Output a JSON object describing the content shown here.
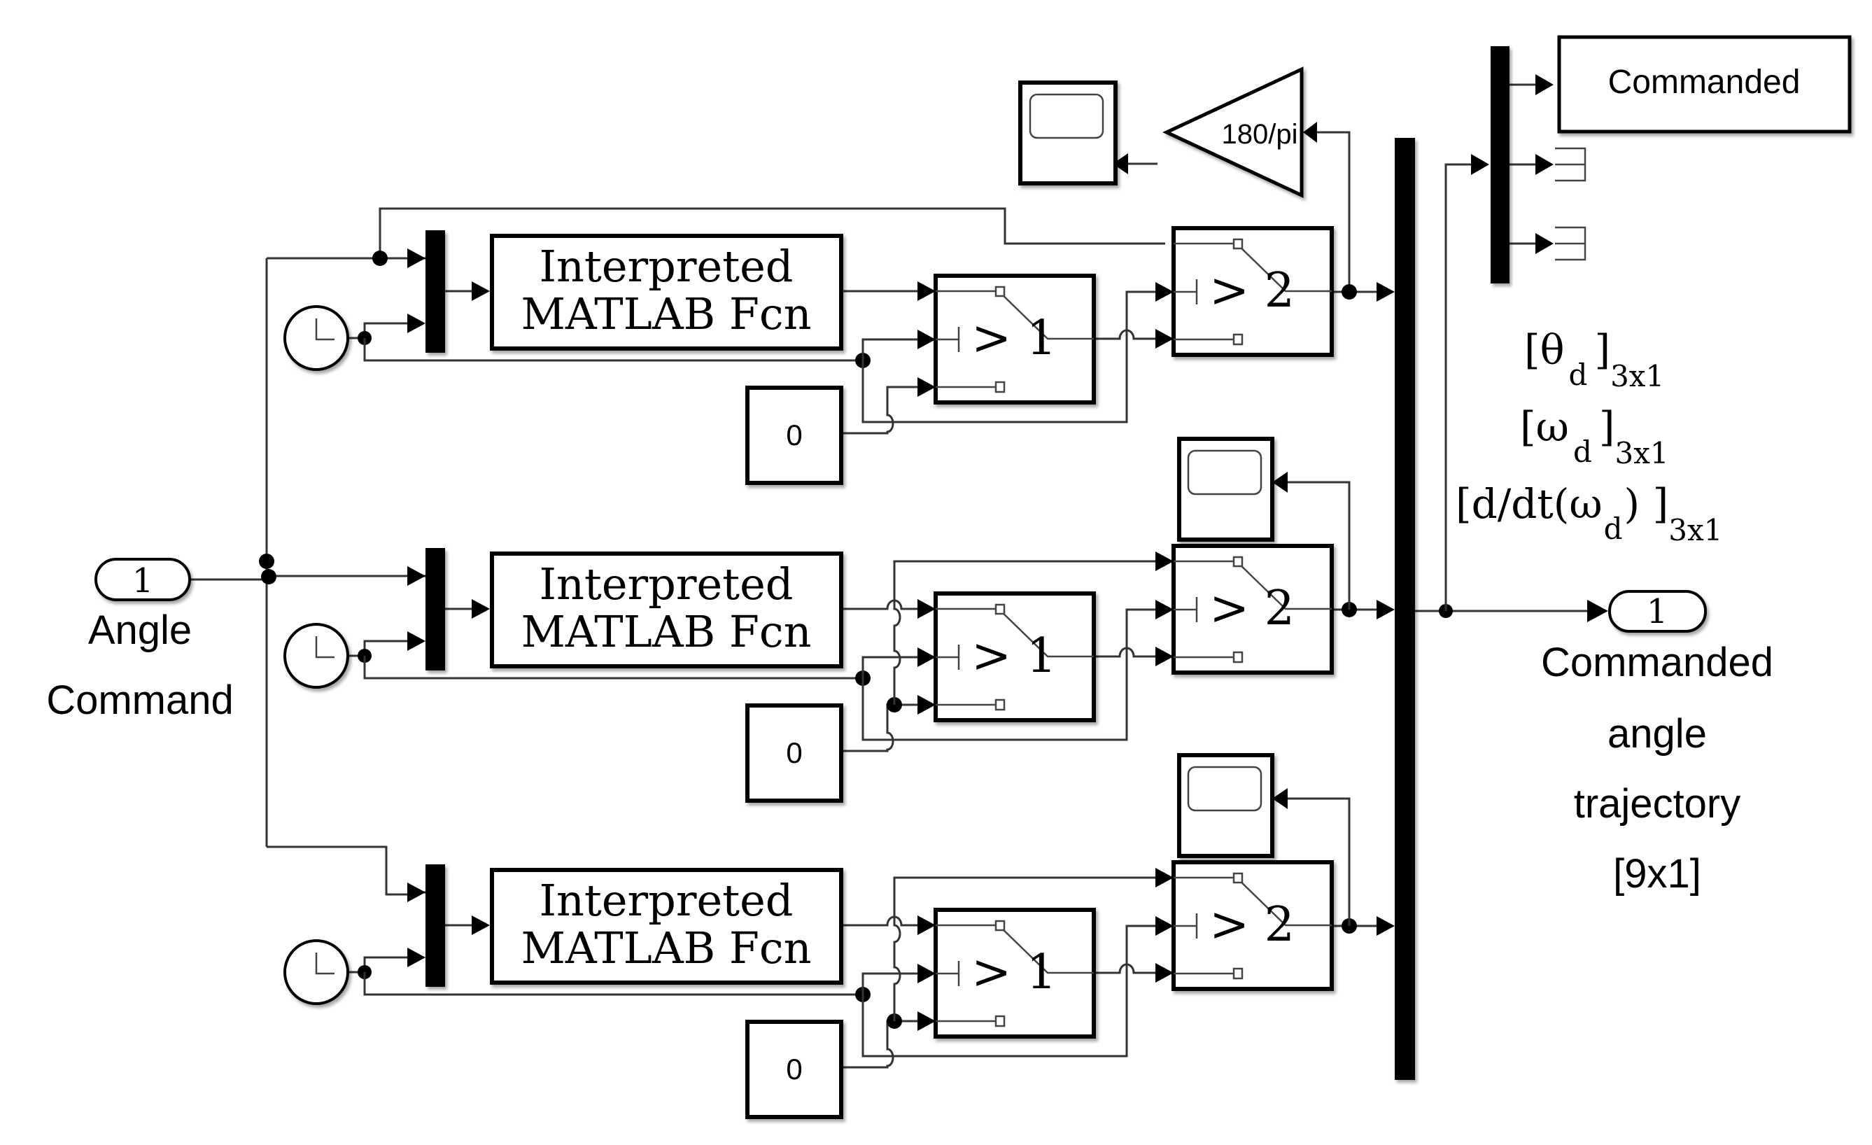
{
  "diagram": {
    "type": "simulink-block-diagram",
    "inport": {
      "number": "1",
      "label_lines": [
        "Angle",
        "Command"
      ]
    },
    "outport": {
      "number": "1",
      "label_lines": [
        "Commanded",
        "angle",
        "trajectory",
        "[9x1]"
      ]
    },
    "rows": [
      {
        "fcn_label_lines": [
          "Interpreted",
          "MATLAB Fcn"
        ],
        "constant": "0",
        "switch1_label": "> 1",
        "switch2_label": "> 2"
      },
      {
        "fcn_label_lines": [
          "Interpreted",
          "MATLAB Fcn"
        ],
        "constant": "0",
        "switch1_label": "> 1",
        "switch2_label": "> 2"
      },
      {
        "fcn_label_lines": [
          "Interpreted",
          "MATLAB Fcn"
        ],
        "constant": "0",
        "switch1_label": "> 1",
        "switch2_label": "> 2"
      }
    ],
    "gain": {
      "value": "180/pi"
    },
    "goto_block": {
      "label": "Commanded"
    },
    "signal_annotation": {
      "lines": [
        {
          "main": "[θ",
          "sub": "d",
          "close": "]",
          "dim": "3x1"
        },
        {
          "main": "[ω",
          "sub": "d",
          "close": "]",
          "dim": "3x1"
        },
        {
          "main": "[d/dt(ω",
          "sub": "d",
          "close": ") ]",
          "dim": "3x1"
        }
      ]
    },
    "icons": {
      "clock": "clock-icon",
      "scope": "scope-icon",
      "terminator": "terminator-icon",
      "mux": "mux-bar",
      "demux": "demux-bar"
    }
  }
}
